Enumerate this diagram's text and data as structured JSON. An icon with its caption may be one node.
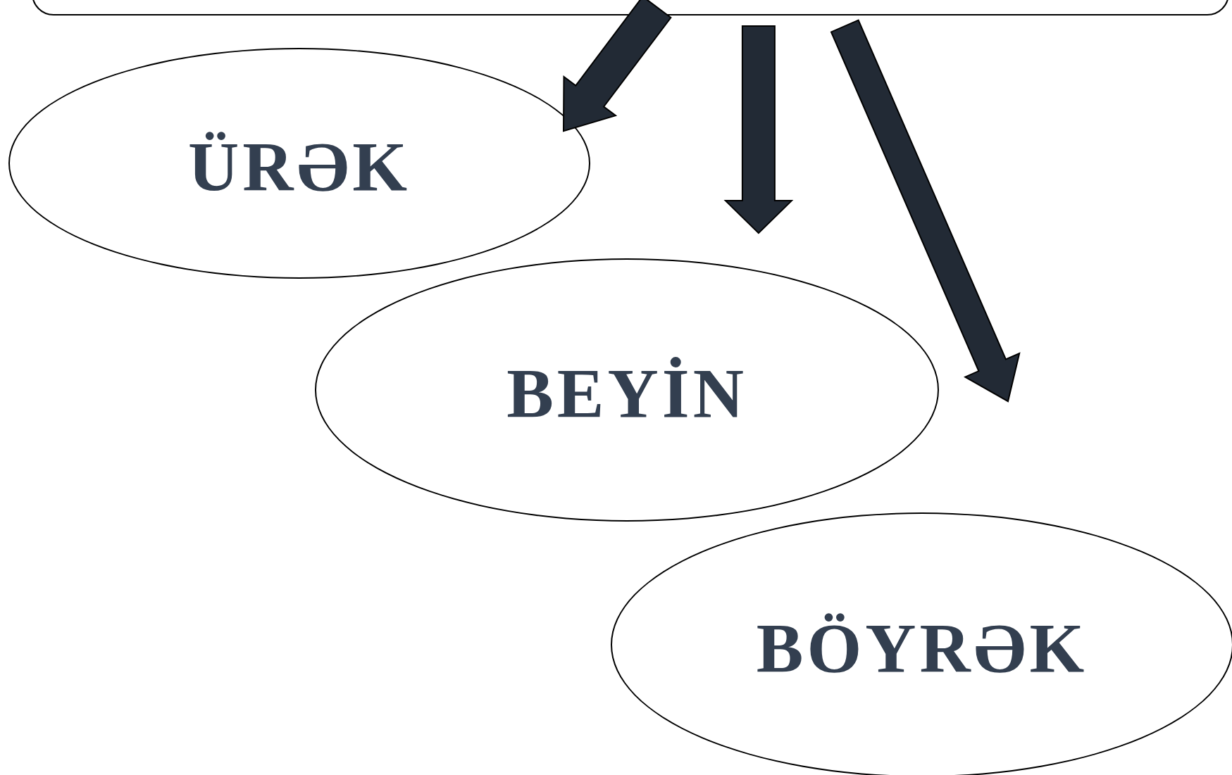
{
  "diagram": {
    "nodes": [
      {
        "text": [],
        "shape": "box"
      },
      {
        "text": [
          "ÜRƏK"
        ]
      },
      {
        "text": [
          "BEYİN"
        ]
      },
      {
        "text": [
          "BÖYRƏK"
        ]
      }
    ],
    "edges": [
      {
        "from": 0,
        "to": 1,
        "arrow": "to"
      },
      {
        "from": 0,
        "to": 2,
        "arrow": "to"
      },
      {
        "from": 0,
        "to": 3,
        "arrow": "to"
      }
    ]
  }
}
